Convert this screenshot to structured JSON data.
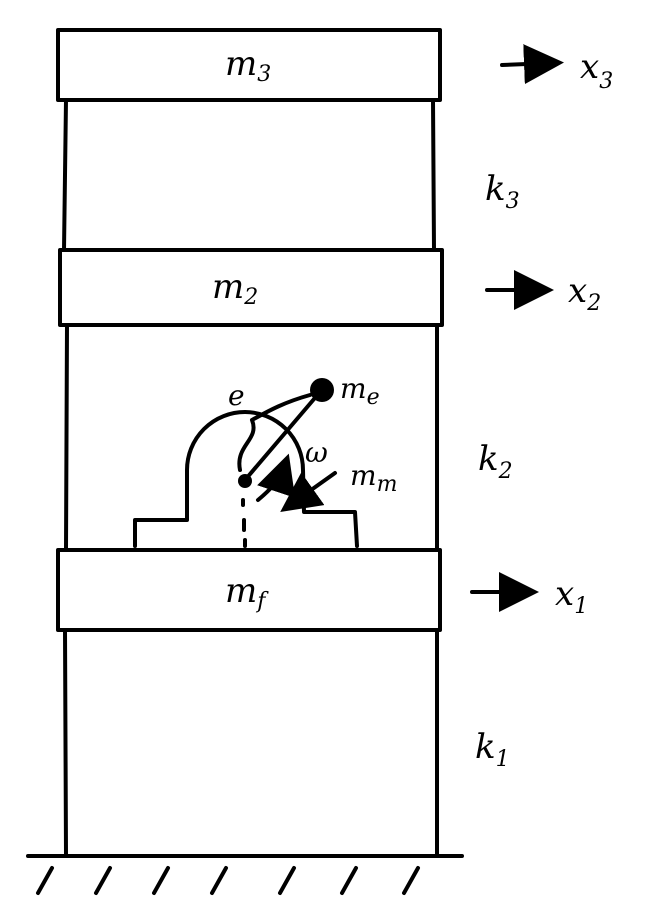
{
  "floors": [
    {
      "mass": {
        "main": "m",
        "sub": "3"
      },
      "displacement": {
        "main": "x",
        "sub": "3"
      },
      "stiffness": {
        "main": "k",
        "sub": "3"
      }
    },
    {
      "mass": {
        "main": "m",
        "sub": "2"
      },
      "displacement": {
        "main": "x",
        "sub": "2"
      },
      "stiffness": {
        "main": "k",
        "sub": "2"
      }
    },
    {
      "mass": {
        "main": "m",
        "sub": "f"
      },
      "displacement": {
        "main": "x",
        "sub": "1"
      },
      "stiffness": {
        "main": "k",
        "sub": "1"
      }
    }
  ],
  "motor": {
    "eccentricity": "e",
    "eccentric_mass": {
      "main": "m",
      "sub": "e"
    },
    "angular_speed": "ω",
    "motor_mass": {
      "main": "m",
      "sub": "m"
    }
  },
  "colors": {
    "ink": "#000000",
    "background": "#ffffff"
  }
}
